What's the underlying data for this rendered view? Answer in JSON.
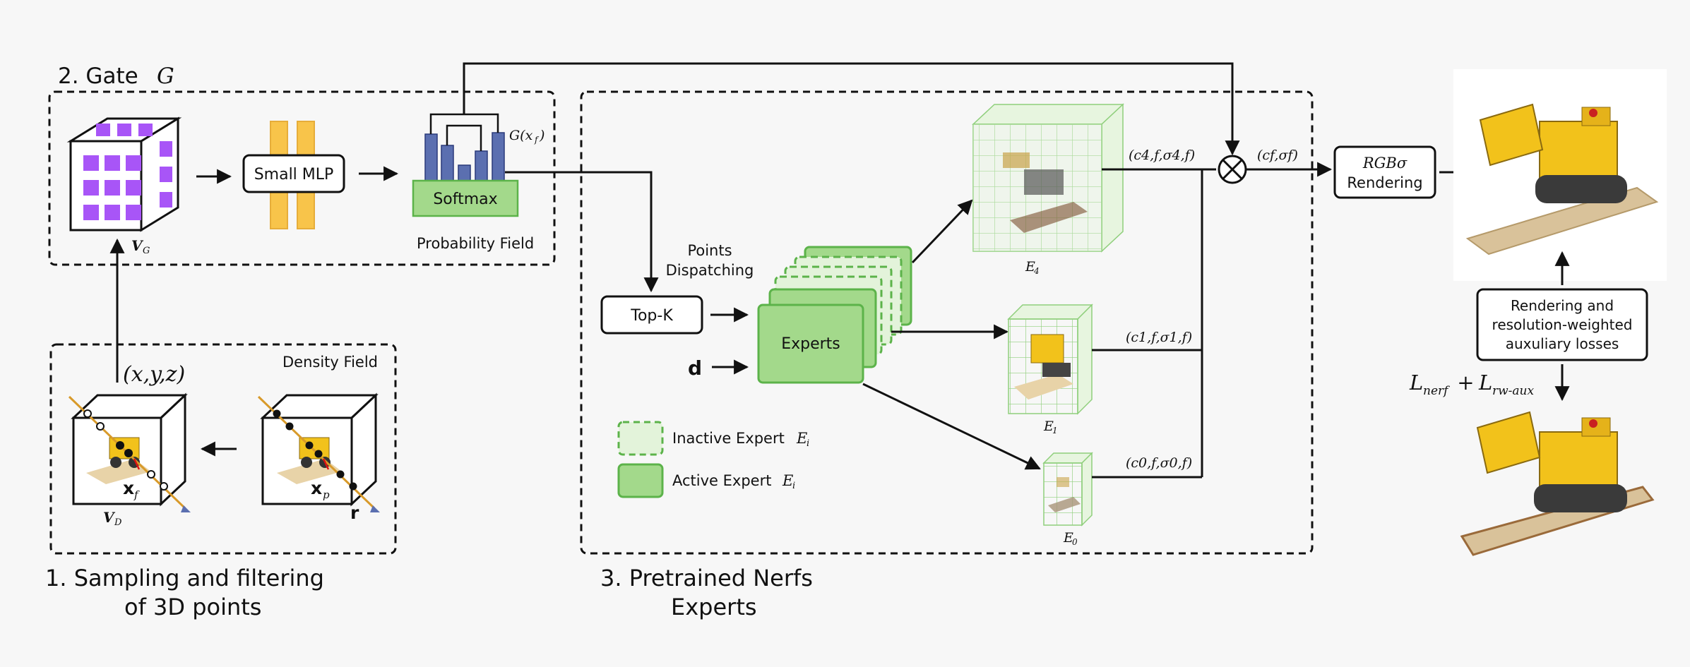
{
  "sections": {
    "gate_title": "2. Gate",
    "gate_symbol": "G",
    "sampling_title_line1": "1. Sampling and filtering",
    "sampling_title_line2": "of 3D points",
    "experts_title_line1": "3. Pretrained Nerfs",
    "experts_title_line2": "Experts"
  },
  "gate": {
    "vg_label": "V",
    "vg_sub": "G",
    "mlp_label": "Small MLP",
    "softmax_label": "Softmax",
    "gx_label": "G(x",
    "gx_sub": "f",
    "prob_field_label": "Probability Field"
  },
  "sampling": {
    "coord_label": "(x,y,z)",
    "density_field_label": "Density Field",
    "xf_label": "x",
    "xf_sub": "f",
    "vd_label": "V",
    "vd_sub": "D",
    "xp_label": "x",
    "xp_sub": "p",
    "r_label": "r"
  },
  "experts": {
    "points_dispatching_line1": "Points",
    "points_dispatching_line2": "Dispatching",
    "topk_label": "Top-K",
    "d_label": "d",
    "experts_label": "Experts",
    "inactive_legend": "Inactive Expert",
    "active_legend": "Active Expert",
    "legend_symbol": "E",
    "legend_sub": "i",
    "e4_label": "E",
    "e4_sub": "4",
    "e1_label": "E",
    "e1_sub": "1",
    "e0_label": "E",
    "e0_sub": "0",
    "out4": "(c4,f,σ4,f)",
    "out1": "(c1,f,σ1,f)",
    "out0": "(c0,f,σ0,f)",
    "merged": "(cf,σf)"
  },
  "rendering": {
    "rgb_label": "RGBσ",
    "rendering_label": "Rendering",
    "losses_line1": "Rendering and",
    "losses_line2": "resolution-weighted",
    "losses_line3": "auxuliary losses",
    "loss_formula_a": "L",
    "loss_formula_a_sub": "nerf",
    "loss_formula_plus": " + ",
    "loss_formula_b": "L",
    "loss_formula_b_sub": "rw-aux"
  },
  "colors": {
    "purple": "#a855f7",
    "mlp_orange": "#f8c44a",
    "bar_blue": "#5b6fb0",
    "green_active": "#a3d98b",
    "green_stroke": "#5cb34a",
    "green_inactive": "#e3f3da",
    "grid_green": "#9bd38a",
    "ray_orange": "#d89a2a",
    "bulldozer_yellow": "#f2c21b"
  }
}
